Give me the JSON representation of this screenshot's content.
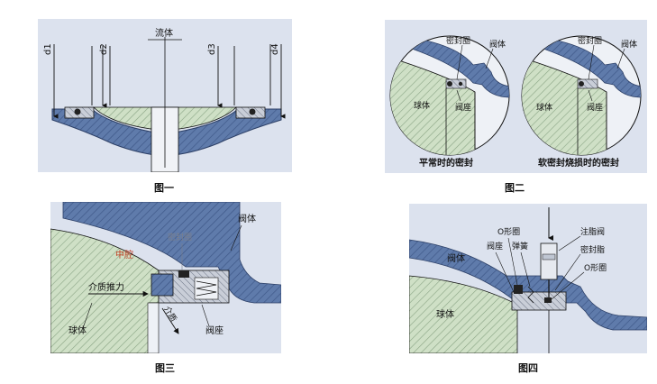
{
  "figure1": {
    "caption": "图一",
    "fluid_label": "流体",
    "labels": [
      "d1",
      "d2",
      "d3",
      "d4"
    ]
  },
  "figure2": {
    "caption": "图二",
    "left": {
      "seal_ring": "密封圈",
      "valve_body": "阀体",
      "ball": "球体",
      "valve_seat": "阀座",
      "subtitle": "平常时的密封"
    },
    "right": {
      "seal_ring": "密封圈",
      "valve_body": "阀体",
      "ball": "球体",
      "valve_seat": "阀座",
      "subtitle": "软密封烧损时的密封"
    }
  },
  "figure3": {
    "caption": "图三",
    "valve_body": "阀体",
    "seal_ring": "密封圈",
    "middle_cavity": "中腔",
    "medium_thrust": "介质推力",
    "medium": "介质",
    "ball": "球体",
    "valve_seat": "阀座"
  },
  "figure4": {
    "caption": "图四",
    "o_ring_top": "O形圈",
    "grease_valve": "注脂阀",
    "valve_body": "阀体",
    "valve_seat": "阀座",
    "spring": "弹簧",
    "sealant": "密封脂",
    "o_ring_right": "O形圈",
    "ball": "球体"
  },
  "colors": {
    "panel_bg": "#dce2ee",
    "body_blue": "#5a75a4",
    "ball_green": "#c9ddc0",
    "hatch": "#7f9a7c",
    "line": "#111111"
  }
}
